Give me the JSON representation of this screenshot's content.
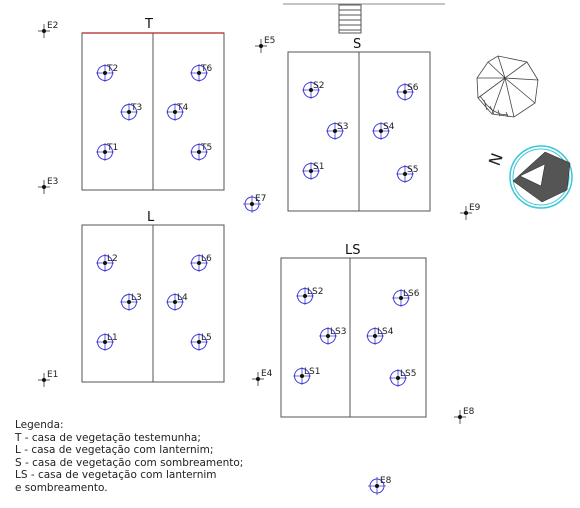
{
  "houses": {
    "T": {
      "title": "T",
      "sensors": [
        "T1",
        "T2",
        "T3",
        "T4",
        "T5",
        "T6"
      ]
    },
    "S": {
      "title": "S",
      "sensors": [
        "S1",
        "S2",
        "S3",
        "S4",
        "S5",
        "S6"
      ]
    },
    "L": {
      "title": "L",
      "sensors": [
        "L1",
        "L2",
        "L3",
        "L4",
        "L5",
        "L6"
      ]
    },
    "LS": {
      "title": "LS",
      "sensors": [
        "LS1",
        "LS2",
        "LS3",
        "LS4",
        "LS5",
        "LS6"
      ]
    }
  },
  "external_points": [
    "E1",
    "E2",
    "E3",
    "E4",
    "E5",
    "E7",
    "E8",
    "E9",
    "E8"
  ],
  "north_label": "N",
  "legend": {
    "heading": "Legenda:",
    "lines": [
      "T - casa de vegetação testemunha;",
      "L - casa de vegetação com lanternim;",
      "S - casa de vegetação com sombreamento;",
      "LS - casa de vegetação com lanternim",
      "e sombreamento."
    ]
  },
  "colors": {
    "marker": "#3b3bd6",
    "line": "#555555",
    "ridge": "#b02020",
    "turquoise": "#38c8d8"
  }
}
